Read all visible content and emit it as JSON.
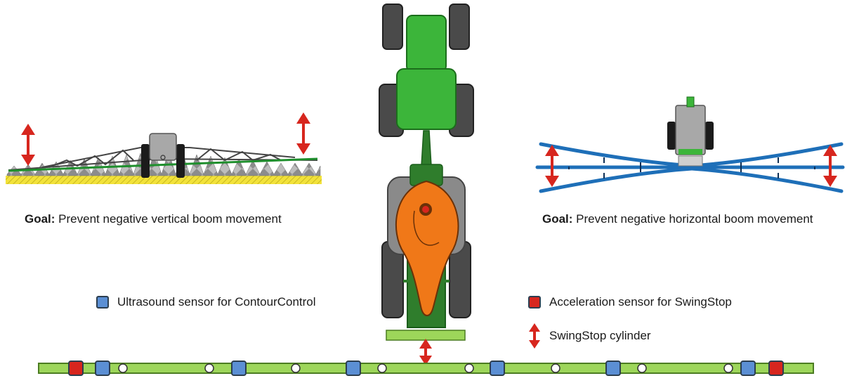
{
  "captions": {
    "vertical_goal_label": "Goal:",
    "vertical_goal_text": " Prevent negative vertical boom movement",
    "horizontal_goal_label": "Goal:",
    "horizontal_goal_text": " Prevent negative horizontal boom movement"
  },
  "legend": {
    "ultrasound": "Ultrasound sensor for ContourControl",
    "acceleration": "Acceleration sensor for SwingStop",
    "cylinder": "SwingStop cylinder"
  },
  "colors": {
    "ultrasound_sensor": "#5b8fd4",
    "acceleration_sensor": "#d7261e",
    "arrow": "#d7261e",
    "tractor": "#3cb53a",
    "sprayer_tank": "#f07818",
    "boom_bar": "#9dd65a",
    "blue_boom": "#1e6fb8"
  }
}
